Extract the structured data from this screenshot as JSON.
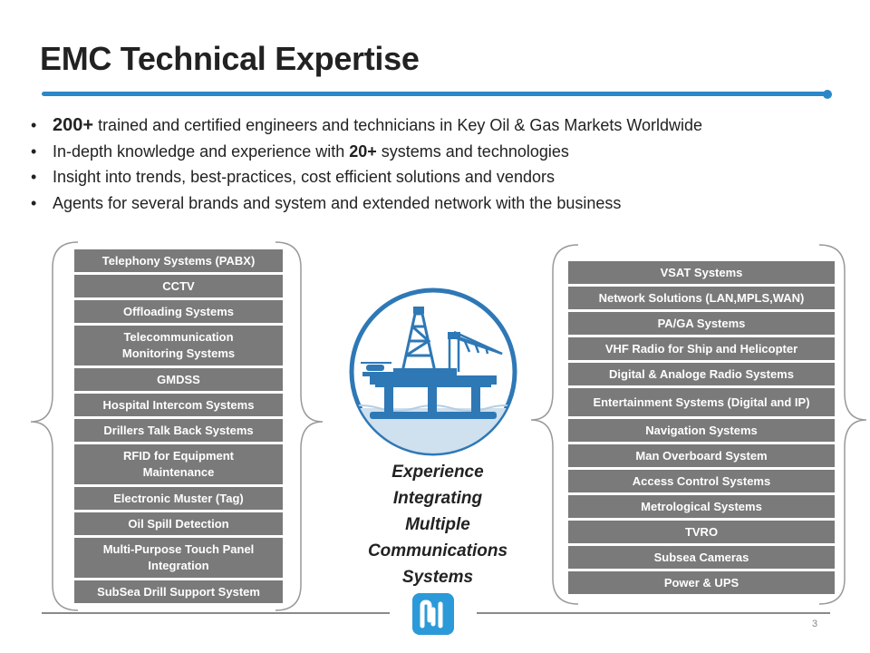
{
  "title": "EMC Technical Expertise",
  "bullets": [
    {
      "bold": "200+",
      "text": " trained and certified engineers and technicians in Key Oil & Gas Markets Worldwide"
    },
    {
      "pre": "In-depth knowledge and experience with ",
      "bold": "20+",
      "post": " systems and technologies"
    },
    {
      "text": "Insight into trends, best-practices, cost efficient solutions and vendors"
    },
    {
      "text": "Agents for several brands and system and extended network with the business"
    }
  ],
  "left_systems": [
    {
      "line1": "Telephony Systems (PABX)"
    },
    {
      "line1": "CCTV"
    },
    {
      "line1": "Offloading Systems"
    },
    {
      "line1": "Telecommunication",
      "line2": "Monitoring Systems"
    },
    {
      "line1": "GMDSS"
    },
    {
      "line1": "Hospital Intercom Systems"
    },
    {
      "line1": "Drillers Talk Back Systems"
    },
    {
      "line1": "RFID for Equipment",
      "line2": "Maintenance"
    },
    {
      "line1": "Electronic Muster (Tag)"
    },
    {
      "line1": "Oil Spill Detection"
    },
    {
      "line1": "Multi-Purpose Touch Panel",
      "line2": "Integration"
    },
    {
      "line1": "SubSea Drill Support System"
    }
  ],
  "right_systems": [
    "VSAT Systems",
    "Network Solutions (LAN,MPLS,WAN)",
    "PA/GA Systems",
    "VHF Radio for Ship and Helicopter",
    "Digital & Analoge Radio Systems",
    "Entertainment Systems (Digital and IP)",
    "Navigation Systems",
    "Man Overboard System",
    "Access Control Systems",
    "Metrological Systems",
    "TVRO",
    "Subsea Cameras",
    "Power & UPS"
  ],
  "caption": [
    "Experience",
    "Integrating",
    "Multiple",
    "Communications",
    "Systems"
  ],
  "page_number": "3",
  "colors": {
    "accent": "#2b87c8",
    "box": "#7a7a7a",
    "logo": "#2c9ad8"
  },
  "icons": {
    "center": "oil-rig-icon",
    "logo": "emc-logo-icon"
  }
}
